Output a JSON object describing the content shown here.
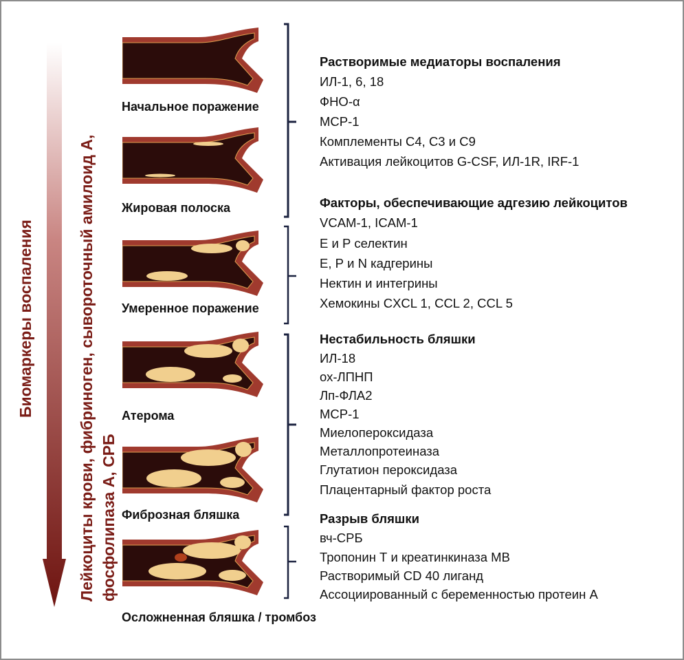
{
  "colors": {
    "accent": "#7a1c16",
    "wall": "#a03a2e",
    "lumen": "#2b0c0a",
    "plaque": "#f1cf8e",
    "bracket": "#1c2340"
  },
  "left_axis": {
    "title": "Биомаркеры воспаления",
    "markers_line1": "Лейкоциты крови, фибриноген, сывороточный амилоид А,",
    "markers_line2": "фосфолипаза А, СРБ"
  },
  "stages": [
    {
      "label": "Начальное поражение"
    },
    {
      "label": "Жировая полоска"
    },
    {
      "label": "Умеренное поражение"
    },
    {
      "label": "Атерома"
    },
    {
      "label": "Фиброзная бляшка"
    },
    {
      "label": "Осложненная бляшка / тромбоз"
    }
  ],
  "groups": [
    {
      "title": "Растворимые медиаторы воспаления",
      "items": [
        "ИЛ-1, 6, 18",
        "ФНО-α",
        "МСР-1",
        "Комплементы С4, С3 и С9",
        "Активация лейкоцитов G-CSF, ИЛ-1R, IRF-1"
      ]
    },
    {
      "title": "Факторы, обеспечивающие адгезию лейкоцитов",
      "items": [
        "VCAM-1, ICAM-1",
        "Е и Р селектин",
        "Е, Р и N кадгерины",
        "Нектин и интегрины",
        "Хемокины CXCL 1, CCL 2, CCL 5"
      ]
    },
    {
      "title": "Нестабильность бляшки",
      "items": [
        "ИЛ-18",
        "ох-ЛПНП",
        "Лп-ФЛА2",
        "МСР-1",
        "Миелопероксидаза",
        "Металлопротеиназа",
        "Глутатион пероксидаза",
        "Плацентарный фактор роста"
      ]
    },
    {
      "title": "Разрыв бляшки",
      "items": [
        "вч-СРБ",
        "Тропонин Т и креатинкиназа МВ",
        "Растворимый CD 40 лиганд",
        "Ассоциированный с беременностью протеин А"
      ]
    }
  ]
}
